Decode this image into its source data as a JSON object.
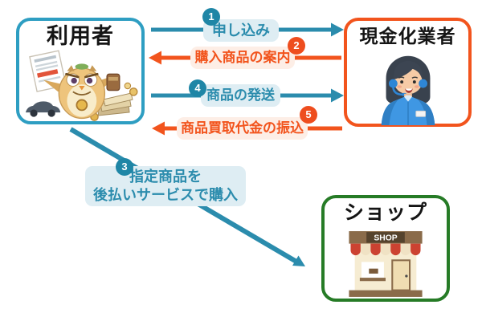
{
  "diagram": {
    "description": "cash-conversion flow diagram",
    "nodes": {
      "user": {
        "title": "利用者",
        "border_color": "#2e9ec2",
        "illustration": "owl-mascot-with-document-car-cash-and-coins"
      },
      "cash_converter": {
        "title": "現金化業者",
        "border_color": "#f2541d",
        "illustration": "female-call-center-operator-with-headset"
      },
      "shop": {
        "title": "ショップ",
        "border_color": "#267b26",
        "illustration": "storefront-with-awning",
        "sign_text": "SHOP"
      }
    },
    "arrows": [
      {
        "step": "1",
        "label": "申し込み",
        "from": "利用者",
        "to": "現金化業者",
        "direction": "right",
        "color": "#2b8cad"
      },
      {
        "step": "2",
        "label": "購入商品の案内",
        "from": "現金化業者",
        "to": "利用者",
        "direction": "left",
        "color": "#f2541d"
      },
      {
        "step": "3",
        "label_line1": "指定商品を",
        "label_line2": "後払いサービスで購入",
        "from": "利用者",
        "to": "ショップ",
        "direction": "down-right",
        "color": "#2b8cad"
      },
      {
        "step": "4",
        "label": "商品の発送",
        "from": "利用者",
        "to": "現金化業者",
        "direction": "right",
        "color": "#2b8cad"
      },
      {
        "step": "5",
        "label": "商品買取代金の振込",
        "from": "現金化業者",
        "to": "利用者",
        "direction": "left",
        "color": "#f2541d"
      }
    ],
    "colors": {
      "teal_arrow": "#2b8cad",
      "orange_arrow": "#f2541d",
      "green_border": "#267b26",
      "cyan_border": "#2e9ec2",
      "label_bg_blue": "#deedf3",
      "label_bg_orange": "#fdeee6",
      "badge_teal": "#1f86a6",
      "badge_orange": "#ee4d1e"
    }
  }
}
